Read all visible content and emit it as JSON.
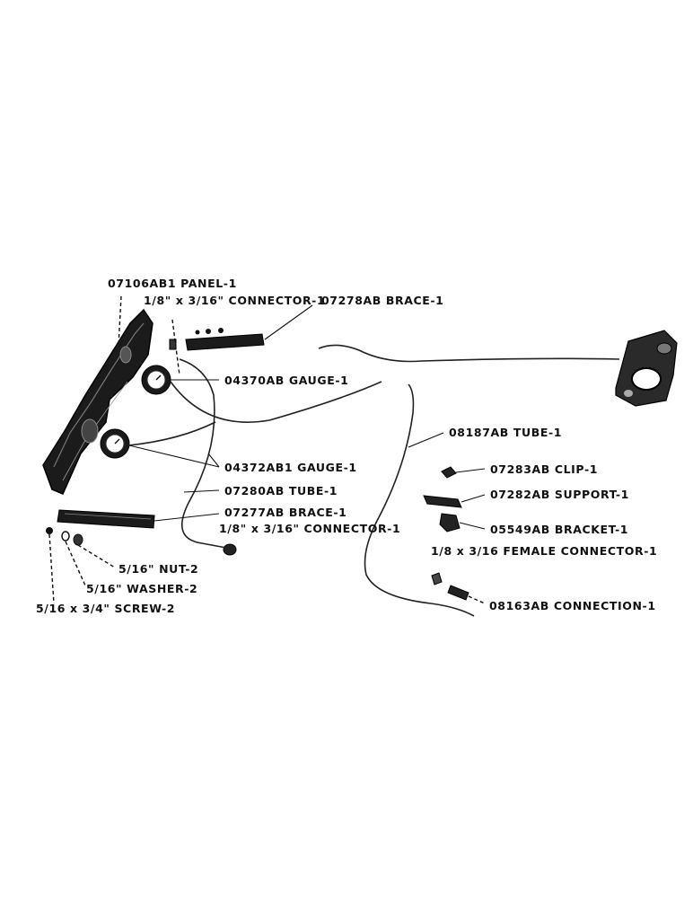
{
  "labels": {
    "panel": "07106AB1 PANEL-1",
    "connector_top": "1/8\" x 3/16\" CONNECTOR-1",
    "brace_top": "07278AB BRACE-1",
    "gauge_1": "04370AB GAUGE-1",
    "gauge_2": "04372AB1 GAUGE-1",
    "tube_07280": "07280AB TUBE-1",
    "brace_bottom": "07277AB BRACE-1",
    "connector_mid": "1/8\" x 3/16\" CONNECTOR-1",
    "nut": "5/16\" NUT-2",
    "washer": "5/16\" WASHER-2",
    "screw": "5/16 x 3/4\" SCREW-2",
    "tube_08187": "08187AB TUBE-1",
    "clip": "07283AB CLIP-1",
    "support": "07282AB SUPPORT-1",
    "bracket": "05549AB BRACKET-1",
    "female_connector": "1/8 x 3/16 FEMALE CONNECTOR-1",
    "connection": "08163AB CONNECTION-1"
  }
}
